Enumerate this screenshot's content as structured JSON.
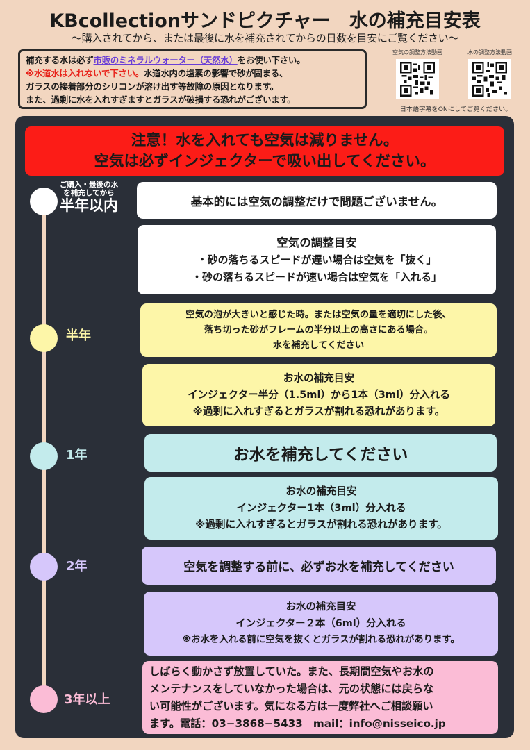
{
  "header": {
    "title": "KBcollectionサンドピクチャー　水の補充目安表",
    "subtitle": "〜購入されてから、または最後に水を補充されてからの日数を目安にご覧ください〜"
  },
  "notice": {
    "line1_prefix": "補充する水は必ず",
    "line1_link": "市販のミネラルウォーター（天然水）",
    "line1_suffix": "をお使い下さい。",
    "line2_red": "※水道水は入れないで下さい。",
    "line2_rest": "水道水内の塩素の影響で砂が固まる、",
    "line3": "ガラスの接着部分のシリコンが溶け出す等故障の原因となります。",
    "line4": "また、過剰に水を入れすぎますとガラスが破損する恐れがございます。",
    "colors": {
      "link": "#6a3fd6",
      "warning": "#e8231b"
    }
  },
  "qr": {
    "items": [
      {
        "caption": "空気の調整方法動画",
        "icon": "qr-code-icon"
      },
      {
        "caption": "水の調整方法動画",
        "icon": "qr-code-icon"
      }
    ],
    "note": "日本語字幕をONにしてご覧ください。"
  },
  "alert": {
    "line1": "注意！水を入れても空気は減りません。",
    "line2": "空気は必ずインジェクターで吸い出してください。",
    "color": "#fc1c17"
  },
  "stages": [
    {
      "label_small1": "ご購入・最後の水",
      "label_small2": "を補充してから",
      "label": "半年以内",
      "color": "#ffffff",
      "cards": [
        {
          "lines": [
            "基本的には空気の調整だけで問題ございません。"
          ]
        },
        {
          "lines": [
            "空気の調整目安",
            "・砂の落ちるスピードが遅い場合は空気を「抜く」",
            "・砂の落ちるスピードが速い場合は空気を「入れる」"
          ]
        }
      ]
    },
    {
      "label": "半年",
      "color": "#fdf6a8",
      "cards": [
        {
          "lines": [
            "空気の泡が大きいと感じた時。または空気の量を適切にした後、",
            "落ち切った砂がフレームの半分以上の高さにある場合。",
            "水を補充してください"
          ]
        },
        {
          "lines": [
            "お水の補充目安",
            "インジェクター半分（1.5ml）から1本（3ml）分入れる",
            "※過剰に入れすぎるとガラスが割れる恐れがあります。"
          ]
        }
      ]
    },
    {
      "label": "1年",
      "color": "#c3ebec",
      "cards": [
        {
          "lines": [
            "お水を補充してください"
          ]
        },
        {
          "lines": [
            "お水の補充目安",
            "インジェクター1本（3ml）分入れる",
            "※過剰に入れすぎるとガラスが割れる恐れがあります。"
          ]
        }
      ]
    },
    {
      "label": "2年",
      "color": "#d6c7fb",
      "cards": [
        {
          "lines": [
            "空気を調整する前に、必ずお水を補充してください"
          ]
        },
        {
          "lines": [
            "お水の補充目安",
            "インジェクター２本（6ml）分入れる",
            "※お水を入れる前に空気を抜くとガラスが割れる恐れがあります。"
          ]
        }
      ]
    },
    {
      "label": "3年以上",
      "color": "#fbbcd6",
      "cards": [
        {
          "lines": [
            "しばらく動かさず放置していた。また、長期間空気やお水の",
            "メンテナンスをしていなかった場合は、元の状態には戻らな",
            "い可能性がございます。気になる方は一度弊社へご相談願い",
            "ます。電話：03−3868−5433　mail：info@nisseico.jp"
          ]
        }
      ]
    }
  ]
}
